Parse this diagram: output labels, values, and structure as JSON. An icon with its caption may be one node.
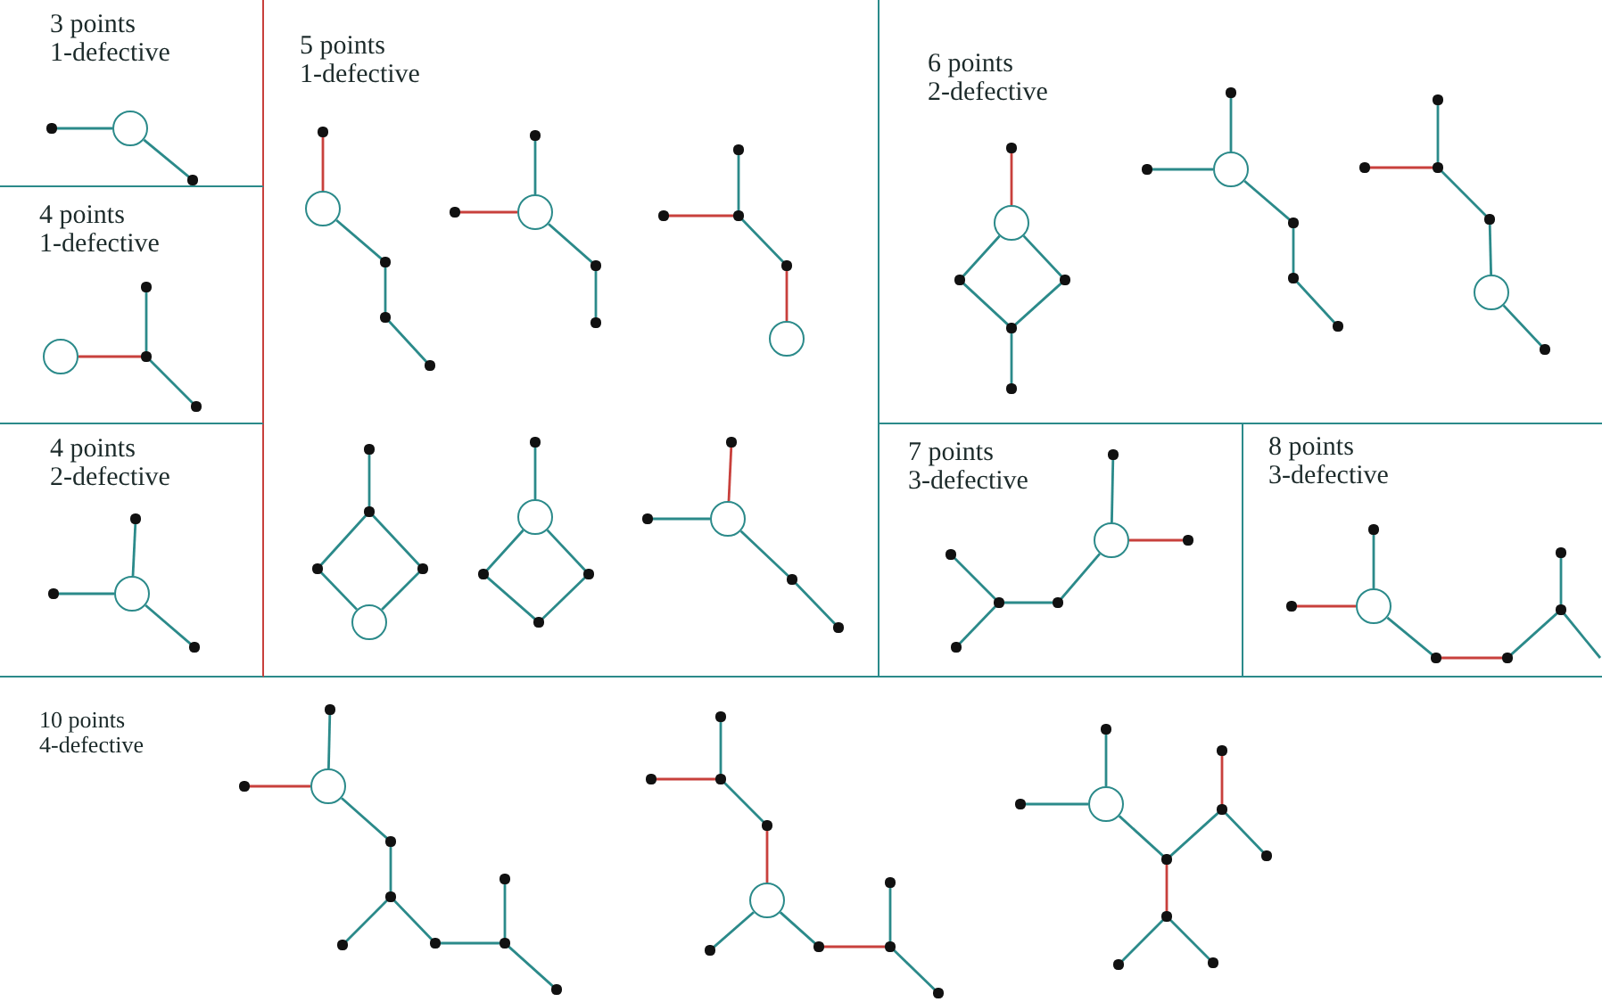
{
  "diagram": {
    "nodes": [
      {
        "text": [
          "3 points 1-defective"
        ]
      },
      {
        "text": [],
        "shape": "dot",
        "in": 0
      },
      {
        "text": [],
        "shape": "circle",
        "in": 0
      },
      {
        "text": [],
        "shape": "dot",
        "in": 0
      },
      {
        "text": [
          "4 points 1-defective"
        ]
      },
      {
        "text": [],
        "shape": "circle",
        "in": 4
      },
      {
        "text": [],
        "shape": "dot",
        "in": 4
      },
      {
        "text": [],
        "shape": "dot",
        "in": 4
      },
      {
        "text": [],
        "shape": "dot",
        "in": 4
      },
      {
        "text": [
          "4 points 2-defective"
        ]
      },
      {
        "text": [],
        "shape": "dot",
        "in": 9
      },
      {
        "text": [],
        "shape": "circle",
        "in": 9
      },
      {
        "text": [],
        "shape": "dot",
        "in": 9
      },
      {
        "text": [],
        "shape": "dot",
        "in": 9
      },
      {
        "text": [
          "5 points 1-defective"
        ]
      },
      {
        "text": [],
        "shape": "dot",
        "in": 14
      },
      {
        "text": [],
        "shape": "circle",
        "in": 14
      },
      {
        "text": [],
        "shape": "dot",
        "in": 14
      },
      {
        "text": [],
        "shape": "dot",
        "in": 14
      },
      {
        "text": [],
        "shape": "dot",
        "in": 14
      },
      {
        "text": [],
        "shape": "dot",
        "in": 14
      },
      {
        "text": [],
        "shape": "dot",
        "in": 14
      },
      {
        "text": [],
        "shape": "circle",
        "in": 14
      },
      {
        "text": [],
        "shape": "dot",
        "in": 14
      },
      {
        "text": [],
        "shape": "dot",
        "in": 14
      },
      {
        "text": [],
        "shape": "dot",
        "in": 14
      },
      {
        "text": [],
        "shape": "dot",
        "in": 14
      },
      {
        "text": [],
        "shape": "dot",
        "in": 14
      },
      {
        "text": [],
        "shape": "dot",
        "in": 14
      },
      {
        "text": [],
        "shape": "circle",
        "in": 14
      },
      {
        "text": [],
        "shape": "dot",
        "in": 14
      },
      {
        "text": [],
        "shape": "dot",
        "in": 14
      },
      {
        "text": [],
        "shape": "dot",
        "in": 14
      },
      {
        "text": [],
        "shape": "dot",
        "in": 14
      },
      {
        "text": [],
        "shape": "circle",
        "in": 14
      },
      {
        "text": [],
        "shape": "dot",
        "in": 14
      },
      {
        "text": [],
        "shape": "circle",
        "in": 14
      },
      {
        "text": [],
        "shape": "dot",
        "in": 14
      },
      {
        "text": [],
        "shape": "dot",
        "in": 14
      },
      {
        "text": [],
        "shape": "dot",
        "in": 14
      },
      {
        "text": [],
        "shape": "dot",
        "in": 14
      },
      {
        "text": [],
        "shape": "dot",
        "in": 14
      },
      {
        "text": [],
        "shape": "circle",
        "in": 14
      },
      {
        "text": [],
        "shape": "dot",
        "in": 14
      },
      {
        "text": [],
        "shape": "dot",
        "in": 14
      },
      {
        "text": [
          "6 points 2-defective"
        ]
      },
      {
        "text": [],
        "shape": "dot",
        "in": 45
      },
      {
        "text": [],
        "shape": "circle",
        "in": 45
      },
      {
        "text": [],
        "shape": "dot",
        "in": 45
      },
      {
        "text": [],
        "shape": "dot",
        "in": 45
      },
      {
        "text": [],
        "shape": "dot",
        "in": 45
      },
      {
        "text": [],
        "shape": "dot",
        "in": 45
      },
      {
        "text": [],
        "shape": "dot",
        "in": 45
      },
      {
        "text": [],
        "shape": "dot",
        "in": 45
      },
      {
        "text": [],
        "shape": "circle",
        "in": 45
      },
      {
        "text": [],
        "shape": "dot",
        "in": 45
      },
      {
        "text": [],
        "shape": "dot",
        "in": 45
      },
      {
        "text": [],
        "shape": "dot",
        "in": 45
      },
      {
        "text": [],
        "shape": "dot",
        "in": 45
      },
      {
        "text": [],
        "shape": "dot",
        "in": 45
      },
      {
        "text": [],
        "shape": "dot",
        "in": 45
      },
      {
        "text": [],
        "shape": "dot",
        "in": 45
      },
      {
        "text": [],
        "shape": "circle",
        "in": 45
      },
      {
        "text": [],
        "shape": "dot",
        "in": 45
      },
      {
        "text": [
          "7 points 3-defective"
        ]
      },
      {
        "text": [],
        "shape": "dot",
        "in": 64
      },
      {
        "text": [],
        "shape": "circle",
        "in": 64
      },
      {
        "text": [],
        "shape": "dot",
        "in": 64
      },
      {
        "text": [],
        "shape": "dot",
        "in": 64
      },
      {
        "text": [],
        "shape": "dot",
        "in": 64
      },
      {
        "text": [],
        "shape": "dot",
        "in": 64
      },
      {
        "text": [],
        "shape": "dot",
        "in": 64
      },
      {
        "text": [
          "8 points 3-defective"
        ]
      },
      {
        "text": [],
        "shape": "dot",
        "in": 72
      },
      {
        "text": [],
        "shape": "dot",
        "in": 72
      },
      {
        "text": [],
        "shape": "circle",
        "in": 72
      },
      {
        "text": [],
        "shape": "dot",
        "in": 72
      },
      {
        "text": [],
        "shape": "dot",
        "in": 72
      },
      {
        "text": [],
        "shape": "dot",
        "in": 72
      },
      {
        "text": [],
        "shape": "dot",
        "in": 72
      },
      {
        "text": [
          "10 points 4-defective"
        ]
      },
      {
        "text": [],
        "shape": "dot",
        "in": 80
      },
      {
        "text": [],
        "shape": "dot",
        "in": 80
      },
      {
        "text": [],
        "shape": "circle",
        "in": 80
      },
      {
        "text": [],
        "shape": "dot",
        "in": 80
      },
      {
        "text": [],
        "shape": "dot",
        "in": 80
      },
      {
        "text": [],
        "shape": "dot",
        "in": 80
      },
      {
        "text": [],
        "shape": "dot",
        "in": 80
      },
      {
        "text": [],
        "shape": "dot",
        "in": 80
      },
      {
        "text": [],
        "shape": "dot",
        "in": 80
      },
      {
        "text": [],
        "shape": "dot",
        "in": 80
      },
      {
        "text": [],
        "shape": "dot",
        "in": 80
      },
      {
        "text": [],
        "shape": "dot",
        "in": 80
      },
      {
        "text": [],
        "shape": "dot",
        "in": 80
      },
      {
        "text": [],
        "shape": "dot",
        "in": 80
      },
      {
        "text": [],
        "shape": "circle",
        "in": 80
      },
      {
        "text": [],
        "shape": "dot",
        "in": 80
      },
      {
        "text": [],
        "shape": "dot",
        "in": 80
      },
      {
        "text": [],
        "shape": "dot",
        "in": 80
      },
      {
        "text": [],
        "shape": "dot",
        "in": 80
      },
      {
        "text": [],
        "shape": "dot",
        "in": 80
      },
      {
        "text": [],
        "shape": "dot",
        "in": 80
      },
      {
        "text": [],
        "shape": "dot",
        "in": 80
      },
      {
        "text": [],
        "shape": "circle",
        "in": 80
      },
      {
        "text": [],
        "shape": "dot",
        "in": 80
      },
      {
        "text": [],
        "shape": "dot",
        "in": 80
      },
      {
        "text": [],
        "shape": "dot",
        "in": 80
      },
      {
        "text": [],
        "shape": "dot",
        "in": 80
      },
      {
        "text": [],
        "shape": "dot",
        "in": 80
      },
      {
        "text": [],
        "shape": "dot",
        "in": 80
      },
      {
        "text": [],
        "shape": "dot",
        "in": 80
      }
    ],
    "edges": [
      {
        "from": 1,
        "to": 2,
        "arrow": "none"
      },
      {
        "from": 2,
        "to": 3,
        "arrow": "none"
      },
      {
        "from": 5,
        "to": 6,
        "arrow": "none",
        "color": "#c8403c"
      },
      {
        "from": 6,
        "to": 7,
        "arrow": "none"
      },
      {
        "from": 6,
        "to": 8,
        "arrow": "none"
      },
      {
        "from": 10,
        "to": 11,
        "arrow": "none"
      },
      {
        "from": 12,
        "to": 11,
        "arrow": "none"
      },
      {
        "from": 11,
        "to": 13,
        "arrow": "none"
      },
      {
        "from": 15,
        "to": 16,
        "arrow": "none",
        "color": "#c8403c"
      },
      {
        "from": 16,
        "to": 17,
        "arrow": "none"
      },
      {
        "from": 17,
        "to": 18,
        "arrow": "none"
      },
      {
        "from": 18,
        "to": 19,
        "arrow": "none"
      },
      {
        "from": 20,
        "to": 22,
        "arrow": "none"
      },
      {
        "from": 21,
        "to": 22,
        "arrow": "none",
        "color": "#c8403c"
      },
      {
        "from": 22,
        "to": 23,
        "arrow": "none"
      },
      {
        "from": 23,
        "to": 24,
        "arrow": "none"
      },
      {
        "from": 25,
        "to": 27,
        "arrow": "none"
      },
      {
        "from": 26,
        "to": 27,
        "arrow": "none",
        "color": "#c8403c"
      },
      {
        "from": 27,
        "to": 28,
        "arrow": "none"
      },
      {
        "from": 28,
        "to": 29,
        "arrow": "none",
        "color": "#c8403c"
      },
      {
        "from": 30,
        "to": 31,
        "arrow": "none"
      },
      {
        "from": 31,
        "to": 32,
        "arrow": "none"
      },
      {
        "from": 31,
        "to": 33,
        "arrow": "none"
      },
      {
        "from": 32,
        "to": 34,
        "arrow": "none"
      },
      {
        "from": 33,
        "to": 34,
        "arrow": "none"
      },
      {
        "from": 35,
        "to": 36,
        "arrow": "none"
      },
      {
        "from": 36,
        "to": 37,
        "arrow": "none"
      },
      {
        "from": 36,
        "to": 38,
        "arrow": "none"
      },
      {
        "from": 37,
        "to": 39,
        "arrow": "none"
      },
      {
        "from": 38,
        "to": 39,
        "arrow": "none"
      },
      {
        "from": 40,
        "to": 42,
        "arrow": "none",
        "color": "#c8403c"
      },
      {
        "from": 41,
        "to": 42,
        "arrow": "none"
      },
      {
        "from": 42,
        "to": 43,
        "arrow": "none"
      },
      {
        "from": 43,
        "to": 44,
        "arrow": "none"
      },
      {
        "from": 46,
        "to": 47,
        "arrow": "none",
        "color": "#c8403c"
      },
      {
        "from": 47,
        "to": 48,
        "arrow": "none"
      },
      {
        "from": 47,
        "to": 49,
        "arrow": "none"
      },
      {
        "from": 48,
        "to": 50,
        "arrow": "none"
      },
      {
        "from": 49,
        "to": 50,
        "arrow": "none"
      },
      {
        "from": 50,
        "to": 51,
        "arrow": "none"
      },
      {
        "from": 52,
        "to": 54,
        "arrow": "none"
      },
      {
        "from": 53,
        "to": 54,
        "arrow": "none"
      },
      {
        "from": 54,
        "to": 55,
        "arrow": "none"
      },
      {
        "from": 55,
        "to": 56,
        "arrow": "none"
      },
      {
        "from": 56,
        "to": 57,
        "arrow": "none"
      },
      {
        "from": 58,
        "to": 60,
        "arrow": "none"
      },
      {
        "from": 59,
        "to": 60,
        "arrow": "none",
        "color": "#c8403c"
      },
      {
        "from": 60,
        "to": 61,
        "arrow": "none"
      },
      {
        "from": 61,
        "to": 62,
        "arrow": "none"
      },
      {
        "from": 62,
        "to": 63,
        "arrow": "none"
      },
      {
        "from": 65,
        "to": 66,
        "arrow": "none"
      },
      {
        "from": 66,
        "to": 67,
        "arrow": "none",
        "color": "#c8403c"
      },
      {
        "from": 66,
        "to": 71,
        "arrow": "none"
      },
      {
        "from": 71,
        "to": 70,
        "arrow": "none"
      },
      {
        "from": 70,
        "to": 68,
        "arrow": "none"
      },
      {
        "from": 70,
        "to": 69,
        "arrow": "none"
      },
      {
        "from": 73,
        "to": 75,
        "arrow": "none"
      },
      {
        "from": 74,
        "to": 75,
        "arrow": "none",
        "color": "#c8403c"
      },
      {
        "from": 75,
        "to": 76,
        "arrow": "none"
      },
      {
        "from": 76,
        "to": 77,
        "arrow": "none",
        "color": "#c8403c"
      },
      {
        "from": 77,
        "to": 78,
        "arrow": "none"
      },
      {
        "from": 78,
        "to": 79,
        "arrow": "none"
      },
      {
        "from": 78,
        "to": null,
        "arrow": "none"
      },
      {
        "from": 81,
        "to": 83,
        "arrow": "none"
      },
      {
        "from": 82,
        "to": 83,
        "arrow": "none",
        "color": "#c8403c"
      },
      {
        "from": 83,
        "to": 84,
        "arrow": "none"
      },
      {
        "from": 84,
        "to": 85,
        "arrow": "none"
      },
      {
        "from": 85,
        "to": 86,
        "arrow": "none"
      },
      {
        "from": 85,
        "to": 87,
        "arrow": "none"
      },
      {
        "from": 87,
        "to": 88,
        "arrow": "none"
      },
      {
        "from": 88,
        "to": 89,
        "arrow": "none"
      },
      {
        "from": 88,
        "to": 90,
        "arrow": "none"
      },
      {
        "from": 91,
        "to": 93,
        "arrow": "none"
      },
      {
        "from": 92,
        "to": 93,
        "arrow": "none",
        "color": "#c8403c"
      },
      {
        "from": 93,
        "to": 94,
        "arrow": "none"
      },
      {
        "from": 94,
        "to": 95,
        "arrow": "none",
        "color": "#c8403c"
      },
      {
        "from": 95,
        "to": 96,
        "arrow": "none"
      },
      {
        "from": 95,
        "to": 97,
        "arrow": "none"
      },
      {
        "from": 97,
        "to": 98,
        "arrow": "none",
        "color": "#c8403c"
      },
      {
        "from": 98,
        "to": 99,
        "arrow": "none"
      },
      {
        "from": 98,
        "to": 100,
        "arrow": "none"
      },
      {
        "from": 101,
        "to": 103,
        "arrow": "none"
      },
      {
        "from": 102,
        "to": 103,
        "arrow": "none"
      },
      {
        "from": 103,
        "to": 104,
        "arrow": "none"
      },
      {
        "from": 104,
        "to": 105,
        "arrow": "none"
      },
      {
        "from": 105,
        "to": 106,
        "arrow": "none",
        "color": "#c8403c"
      },
      {
        "from": 105,
        "to": 107,
        "arrow": "none"
      },
      {
        "from": 104,
        "to": 108,
        "arrow": "none",
        "color": "#c8403c"
      },
      {
        "from": 108,
        "to": 109,
        "arrow": "none"
      },
      {
        "from": 108,
        "to": 110,
        "arrow": "none"
      }
    ]
  }
}
